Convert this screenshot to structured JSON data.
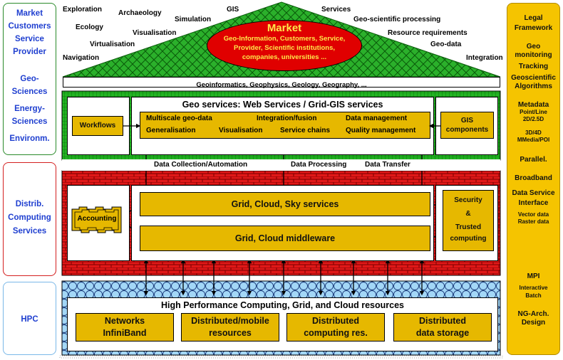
{
  "left_column": {
    "market_box": [
      "Market",
      "Customers",
      "Service",
      "Provider"
    ],
    "geo_box": [
      "Geo-",
      "Sciences",
      "Energy-",
      "Sciences",
      "Environm."
    ],
    "distrib_box": [
      "Distrib.",
      "Computing",
      "Services"
    ],
    "hpc_box": [
      "HPC"
    ]
  },
  "right_column": [
    {
      "text": "Legal",
      "size": "big"
    },
    {
      "text": "Framework",
      "size": "big"
    },
    {
      "text": "Geo",
      "size": "big"
    },
    {
      "text": "monitoring",
      "size": "big"
    },
    {
      "text": "Tracking",
      "size": "big"
    },
    {
      "text": "Geoscientific",
      "size": "big"
    },
    {
      "text": "Algorithms",
      "size": "big"
    },
    {
      "text": "Metadata",
      "size": "big"
    },
    {
      "text": "Point/Line",
      "size": "small"
    },
    {
      "text": "2D/2.5D",
      "size": "small"
    },
    {
      "text": "3D/4D",
      "size": "small"
    },
    {
      "text": "MMedia/POI",
      "size": "small"
    },
    {
      "text": "Parallel.",
      "size": "big"
    },
    {
      "text": "Broadband",
      "size": "big"
    },
    {
      "text": "Data Service",
      "size": "big"
    },
    {
      "text": "Interface",
      "size": "big"
    },
    {
      "text": "Vector data",
      "size": "small"
    },
    {
      "text": "Raster data",
      "size": "small"
    },
    {
      "text": "MPI",
      "size": "big"
    },
    {
      "text": "Interactive",
      "size": "small"
    },
    {
      "text": "Batch",
      "size": "small"
    },
    {
      "text": "NG-Arch.",
      "size": "big"
    },
    {
      "text": "Design",
      "size": "big"
    }
  ],
  "roof": {
    "keywords": [
      "Exploration",
      "Archaeology",
      "GIS",
      "Services",
      "Ecology",
      "Simulation",
      "Geo-scientific processing",
      "Visualisation",
      "Resource requirements",
      "Virtualisation",
      "Geo-data",
      "Navigation",
      "Integration"
    ],
    "market_title": "Market",
    "market_lines": [
      "Geo-Information, Customers, Service,",
      "Provider, Scientific institutions,",
      "companies, universities ..."
    ],
    "base_label": "Geoinformatics, Geophysics, Geology, Geography, ..."
  },
  "geo_services": {
    "title": "Geo services: Web Services / Grid-GIS services",
    "workflows": "Workflows",
    "gis_components": [
      "GIS",
      "components"
    ],
    "items": [
      "Multiscale geo-data",
      "Integration/fusion",
      "Data management",
      "Generalisation",
      "Visualisation",
      "Service chains",
      "Quality management"
    ]
  },
  "arrow_labels": [
    "Data Collection/Automation",
    "Data Processing",
    "Data Transfer"
  ],
  "distributed": {
    "accounting": "Accounting",
    "grid_services": "Grid, Cloud, Sky services",
    "middleware": "Grid, Cloud middleware",
    "security": [
      "Security",
      "&",
      "Trusted",
      "computing"
    ]
  },
  "hpc_layer": {
    "title": "High Performance Computing, Grid, and Cloud resources",
    "boxes": [
      [
        "Networks",
        "InfiniBand"
      ],
      [
        "Distributed/mobile",
        "resources"
      ],
      [
        "Distributed",
        "computing res."
      ],
      [
        "Distributed",
        "data storage"
      ]
    ]
  },
  "colors": {
    "market_border": "#2a8a2a",
    "distrib_border": "#d42020",
    "hpc_border": "#7ab8e8",
    "right_fill": "#f5c400",
    "gold": "#e6b800",
    "green": "#1ea81e",
    "red": "#e01818",
    "blue": "#9dd4f7",
    "market_red": "#e00000"
  }
}
